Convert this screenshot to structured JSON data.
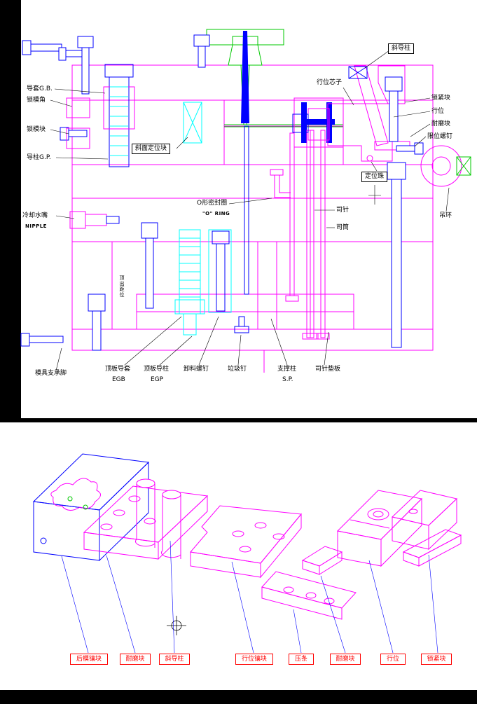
{
  "colors": {
    "background": "#000000",
    "sheet": "#FFFFFF",
    "outline_magenta": "#FF00FF",
    "fastener_blue": "#0000FF",
    "hatch_cyan": "#00FFFF",
    "gate_green": "#00C800",
    "callout_red": "#FF0000",
    "text_black": "#000000"
  },
  "top_view": {
    "description": "mold cross-section",
    "labels": [
      {
        "id": "angle-pin-top",
        "text": "斜导柱",
        "boxed": true
      },
      {
        "id": "guide-bush",
        "text": "导套G.B."
      },
      {
        "id": "lock-angle",
        "text": "锁模角"
      },
      {
        "id": "lock-block",
        "text": "锁模块"
      },
      {
        "id": "guide-pillar",
        "text": "导柱G.P."
      },
      {
        "id": "cooling-nozzle",
        "text": "冷却水嘴"
      },
      {
        "id": "nipple",
        "text": "NIPPLE"
      },
      {
        "id": "mold-support-foot",
        "text": "模具支承脚"
      },
      {
        "id": "incline-locating-block",
        "text": "斜面定位块",
        "boxed": true
      },
      {
        "id": "o-seal-ring",
        "text": "O形密封圈"
      },
      {
        "id": "o-ring-en",
        "text": "\"O\" RING"
      },
      {
        "id": "slider-core",
        "text": "行位芯子"
      },
      {
        "id": "locking-block",
        "text": "锁紧块"
      },
      {
        "id": "slider",
        "text": "行位"
      },
      {
        "id": "wear-block",
        "text": "耐磨块"
      },
      {
        "id": "limit-screw",
        "text": "限位螺钉"
      },
      {
        "id": "locating-ball",
        "text": "定位珠",
        "boxed": true
      },
      {
        "id": "ejector-pin",
        "text": "司针"
      },
      {
        "id": "ejector-sleeve",
        "text": "司筒"
      },
      {
        "id": "eye-bolt",
        "text": "吊环"
      },
      {
        "id": "ejector-guide-bush",
        "text": "顶板导套"
      },
      {
        "id": "egb",
        "text": "EGB"
      },
      {
        "id": "ejector-guide-pillar",
        "text": "顶板导柱"
      },
      {
        "id": "egp",
        "text": "EGP"
      },
      {
        "id": "stripper-screw",
        "text": "卸料螺钉"
      },
      {
        "id": "stop-pin",
        "text": "垃圾钉"
      },
      {
        "id": "support-pillar",
        "text": "支撑柱"
      },
      {
        "id": "sp",
        "text": "S.P."
      },
      {
        "id": "ejector-backing-plate",
        "text": "司针垫板"
      },
      {
        "id": "vertical-note",
        "text": "顶出距位"
      }
    ]
  },
  "bottom_view": {
    "description": "exploded isometric view of slider assembly",
    "labels": [
      {
        "id": "rear-insert",
        "text": "后模镶块"
      },
      {
        "id": "wear-block-1",
        "text": "耐磨块"
      },
      {
        "id": "angle-pin",
        "text": "斜导柱"
      },
      {
        "id": "slider-insert",
        "text": "行位镶块"
      },
      {
        "id": "press-strip",
        "text": "压条"
      },
      {
        "id": "wear-block-2",
        "text": "耐磨块"
      },
      {
        "id": "slider",
        "text": "行位"
      },
      {
        "id": "locking-block",
        "text": "锁紧块"
      }
    ]
  }
}
